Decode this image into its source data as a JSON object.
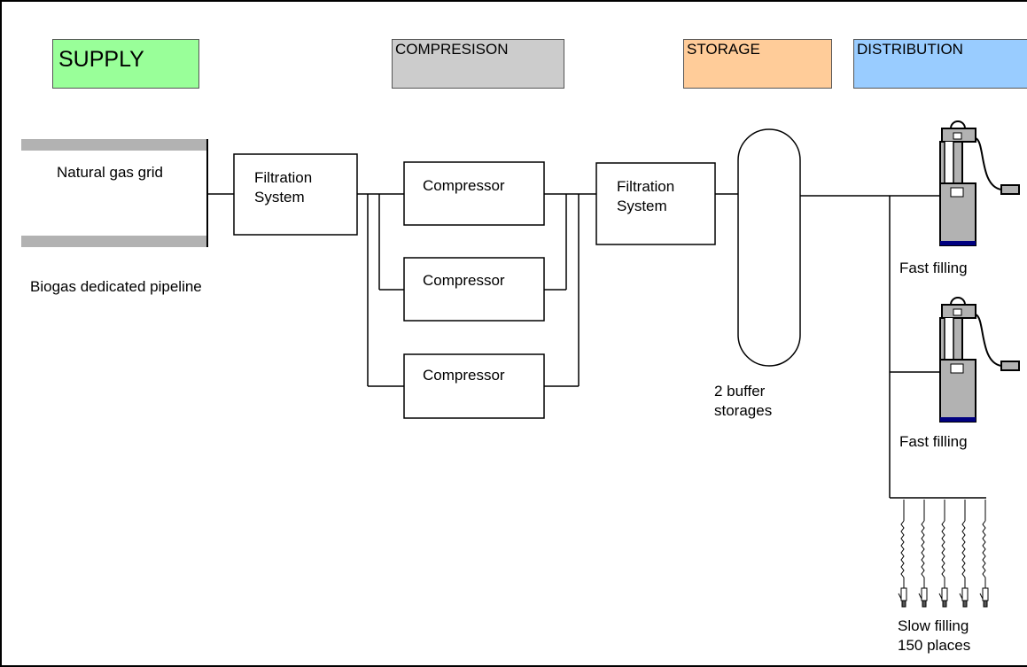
{
  "headers": {
    "supply": "SUPPLY",
    "compression": "COMPRESISON",
    "storage": "STORAGE",
    "distribution": "DISTRIBUTION"
  },
  "colors": {
    "supply": "#99ff99",
    "compression": "#cccccc",
    "storage": "#ffcc99",
    "distribution": "#99ccff",
    "dispenser_body": "#b2b2b2",
    "pipe_gray": "#b2b2b2"
  },
  "supply": {
    "grid_label": "Natural gas grid",
    "pipeline_label": "Biogas dedicated pipeline"
  },
  "filtration": {
    "line1": "Filtration",
    "line2": "System"
  },
  "compressors": [
    "Compressor",
    "Compressor",
    "Compressor"
  ],
  "storage": {
    "line1": "2 buffer",
    "line2": "storages"
  },
  "distribution": {
    "fast_filling": [
      "Fast filling",
      "Fast filling"
    ],
    "slow_filling": {
      "line1": "Slow filling",
      "line2": "150 places",
      "nozzle_count": 5
    }
  }
}
